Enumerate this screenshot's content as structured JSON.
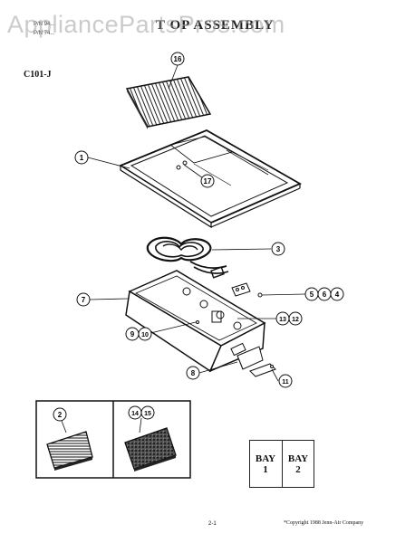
{
  "watermark": "AppliancePartsPros.com",
  "header": {
    "title": "T OP ASSEMBLY",
    "small_line_1": "P/N 94...",
    "small_line_2": "P/N 74...",
    "model": "C101-J"
  },
  "callouts": [
    "1",
    "2",
    "3",
    "4",
    "5",
    "6",
    "7",
    "8",
    "9",
    "10",
    "11",
    "12",
    "13",
    "14",
    "15",
    "16",
    "17"
  ],
  "bays": {
    "bay1_a": "BAY",
    "bay1_b": "1",
    "bay2_a": "BAY",
    "bay2_b": "2"
  },
  "footer": {
    "page": "2-1",
    "copyright": "*Copyright 1988 Jenn-Air Company"
  }
}
